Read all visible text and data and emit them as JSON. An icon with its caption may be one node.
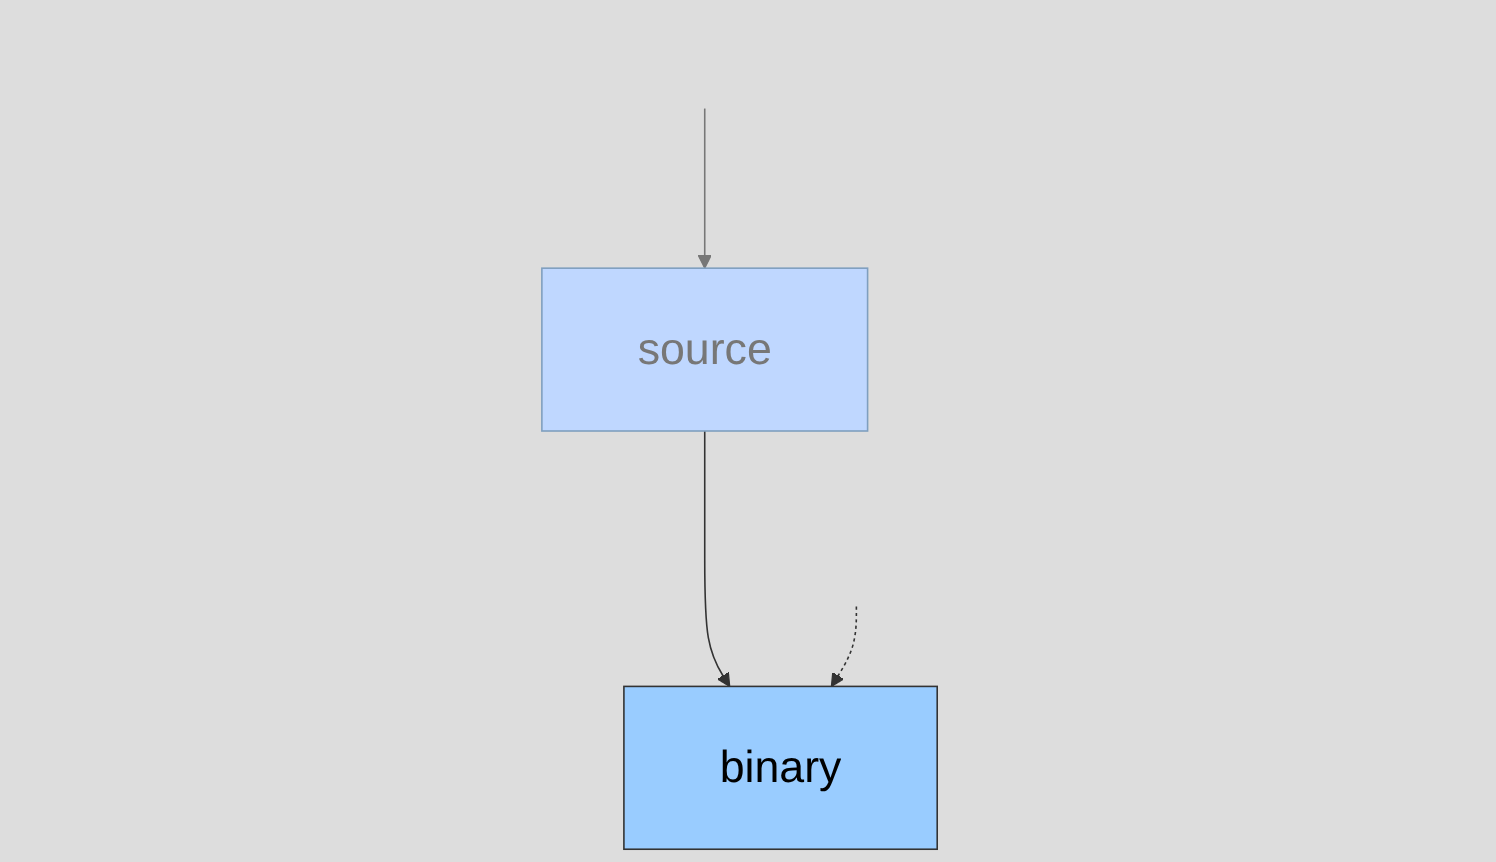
{
  "diagram": {
    "nodes": [
      {
        "text": [
          "source"
        ]
      },
      {
        "text": [
          "binary"
        ]
      }
    ],
    "edges": [
      {
        "from": null,
        "to": 0,
        "arrow": "to",
        "color": "#777777"
      },
      {
        "from": 0,
        "to": 1,
        "arrow": "to"
      },
      {
        "from": null,
        "to": 1,
        "arrow": "to",
        "style": "dashed"
      }
    ]
  }
}
